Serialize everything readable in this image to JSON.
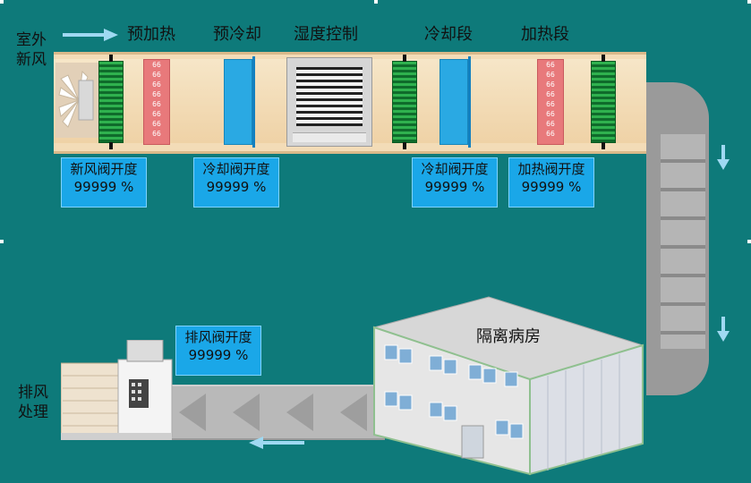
{
  "labels": {
    "outdoor_air": "室外\n新风",
    "preheat": "预加热",
    "precool": "预冷却",
    "humidity_control": "湿度控制",
    "cooling_section": "冷却段",
    "heating_section": "加热段",
    "exhaust_treatment": "排风\n处理",
    "isolation_ward": "隔离病房"
  },
  "panels": {
    "fresh_air": {
      "label": "新风阀开度",
      "value": "99999  %"
    },
    "cooling_valve_1": {
      "label": "冷却阀开度",
      "value": "99999  %"
    },
    "cooling_valve_2": {
      "label": "冷却阀开度",
      "value": "99999  %"
    },
    "heating_valve": {
      "label": "加热阀开度",
      "value": "99999  %"
    },
    "exhaust_valve": {
      "label": "排风阀开度",
      "value": "99999  %"
    }
  },
  "colors": {
    "background": "#0e7a7a",
    "duct": "#f3dcb7",
    "panel": "#1aa7e8",
    "coil": "#1f8f3a",
    "heater": "#e8797b",
    "cooler": "#2aa9e3",
    "arrow": "#9fd9f2"
  },
  "icons": [
    "fan-icon",
    "arrow-right-icon",
    "arrow-down-icon",
    "arrow-left-icon",
    "building-icon",
    "exhaust-unit-icon"
  ]
}
